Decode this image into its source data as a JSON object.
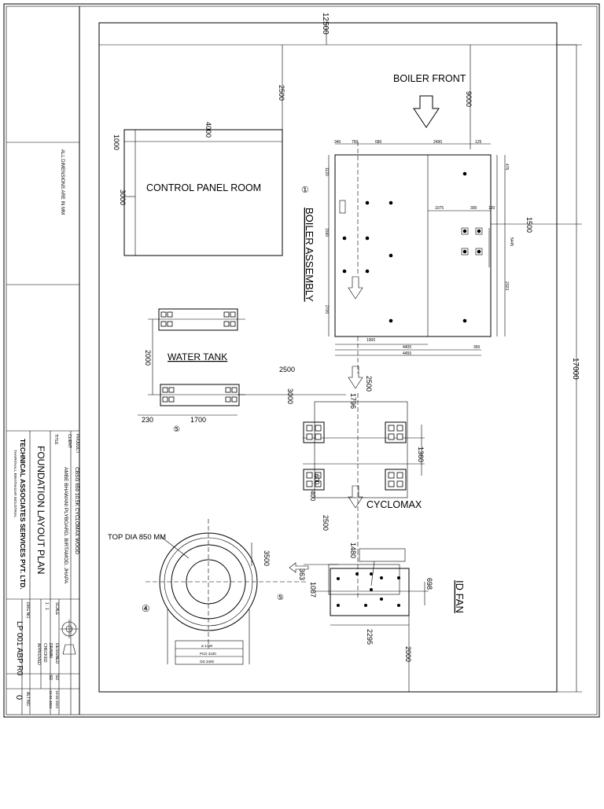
{
  "notes": {
    "all_dimensions": "ALL DIMENSIONS ARE IN MM"
  },
  "title_block": {
    "product_label": "PRODUCT",
    "product_value": "CBSG 650 10.5K CYCLOMAX WOOD",
    "client_label": "CLIENT",
    "client_value": "AMBE BHAWANI PLYBOARD, BIRTAMOD, JHAPA",
    "title_label": "TITLE",
    "title_value": "FOUNDATION LAYOUT PLAN",
    "company": "TECHNICAL ASSOCIATES SERVICES PVT. LTD.",
    "company_sub": "THAPATHALI, BIRATNAGAR INDUSTRIAL",
    "scale_label": "SCALE",
    "scale_value": "1 : 1",
    "designed_label": "DESIGNED",
    "designed_value": "SD",
    "designed_date": "10-04-2022",
    "drawn_label": "DRAWN",
    "drawn_value": "SD",
    "drawn_date": "10-04-2022",
    "checked_label": "CHECKED",
    "approved_label": "APPROVED",
    "drg_no_label": "DRG NO.",
    "drg_no_value": "LP 001 ABP R0",
    "alt_no_label": "ALT NO.",
    "alt_no_value": "0"
  },
  "labels": {
    "boiler_front": "BOILER FRONT",
    "control_panel_room": "CONTROL PANEL ROOM",
    "boiler_assembly": "BOILER ASSEMBLY",
    "water_tank": "WATER TANK",
    "cyclomax": "CYCLOMAX",
    "top_dia": "TOP DIA 850 MM",
    "id_fan": "ID FAN",
    "chimney_pcd": "PCD 3100",
    "chimney_od": "OD 3400",
    "chimney_dia": "ø 1780"
  },
  "markers": {
    "m1": "①",
    "m4": "④",
    "m5": "⑤"
  },
  "dimensions": {
    "d12500": "12500",
    "d17000": "17000",
    "d2500_top": "2500",
    "d9000": "9000",
    "d4000": "4000",
    "d1000": "1000",
    "d3000_cp": "3000",
    "d1500": "1500",
    "d2000_wt": "2000",
    "d2500_wt": "2500",
    "d3000_wt": "3000",
    "d230": "230",
    "d1700": "1700",
    "d2500_mid": "2500",
    "d1796": "1796",
    "d1360": "1360",
    "d600": "600",
    "d400": "400",
    "d2500_low": "2500",
    "d3500": "3500",
    "d1480": "1480",
    "d363": "363",
    "d1087": "1087",
    "d698": "698",
    "d2295": "2295",
    "d2000_bot": "2000",
    "b340": "340",
    "b750": "750",
    "b680": "680",
    "b2490": "2490",
    "b125": "125",
    "b1075": "1075",
    "b300": "300",
    "b120": "120",
    "b1900": "1900",
    "b4405": "4405",
    "b4455": "4455",
    "b350": "350",
    "b475": "475",
    "b1120": "1120",
    "b1590": "1590",
    "b2700": "2700",
    "b5445": "5445",
    "b2323": "2323"
  }
}
